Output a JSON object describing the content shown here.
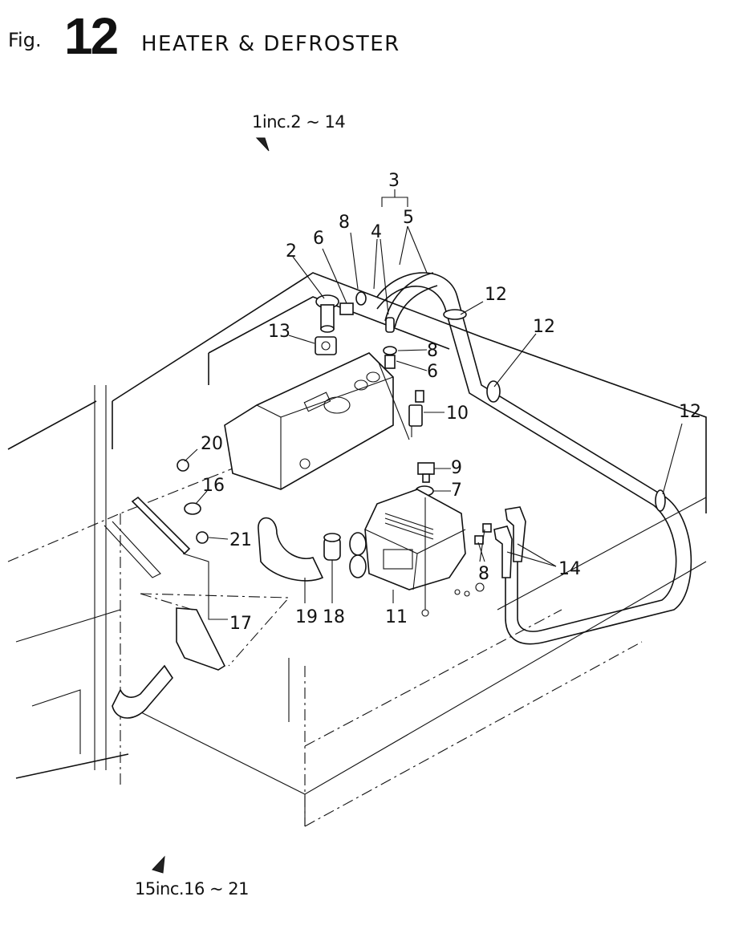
{
  "header": {
    "fig_prefix": "Fig.",
    "fig_number": "12",
    "title": "HEATER & DEFROSTER"
  },
  "notes": {
    "assembly_top": "1inc.2 ~ 14",
    "assembly_bottom": "15inc.16 ~ 21"
  },
  "callouts": [
    {
      "id": "c3",
      "text": "3"
    },
    {
      "id": "c5",
      "text": "5"
    },
    {
      "id": "c8a",
      "text": "8"
    },
    {
      "id": "c4",
      "text": "4"
    },
    {
      "id": "c6a",
      "text": "6"
    },
    {
      "id": "c2",
      "text": "2"
    },
    {
      "id": "c12a",
      "text": "12"
    },
    {
      "id": "c12b",
      "text": "12"
    },
    {
      "id": "c13",
      "text": "13"
    },
    {
      "id": "c8b",
      "text": "8"
    },
    {
      "id": "c6b",
      "text": "6"
    },
    {
      "id": "c10",
      "text": "10"
    },
    {
      "id": "c12c",
      "text": "12"
    },
    {
      "id": "c20",
      "text": "20"
    },
    {
      "id": "c9",
      "text": "9"
    },
    {
      "id": "c16",
      "text": "16"
    },
    {
      "id": "c7",
      "text": "7"
    },
    {
      "id": "c21",
      "text": "21"
    },
    {
      "id": "c14",
      "text": "14"
    },
    {
      "id": "c8c",
      "text": "8"
    },
    {
      "id": "c17",
      "text": "17"
    },
    {
      "id": "c19",
      "text": "19"
    },
    {
      "id": "c18",
      "text": "18"
    },
    {
      "id": "c11",
      "text": "11"
    }
  ]
}
